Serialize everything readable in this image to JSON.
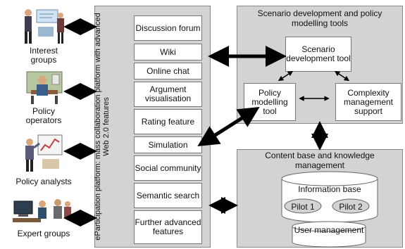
{
  "actors": [
    {
      "icon": "interest-groups-figure-icon",
      "label": "Interest\ngroups"
    },
    {
      "icon": "policy-operators-figure-icon",
      "label": "Policy\noperators"
    },
    {
      "icon": "policy-analysts-figure-icon",
      "label": "Policy analysts"
    },
    {
      "icon": "expert-groups-figure-icon",
      "label": "Expert groups"
    }
  ],
  "platform": {
    "title": "eParticipation platform: mass collaboration platform with advanced Web 2.0 features",
    "features": [
      "Discussion forum",
      "Wiki",
      "Online chat",
      "Argument visualisation",
      "Rating feature",
      "Simulation",
      "Social community",
      "Semantic search",
      "Further advanced features"
    ]
  },
  "scenario_panel": {
    "title": "Scenario development and policy modelling tools",
    "scenario_tool": "Scenario development tool",
    "policy_tool": "Policy modelling tool",
    "complexity_tool": "Complexity management support"
  },
  "content_panel": {
    "title": "Content base and knowledge management",
    "info_base": "Information base",
    "pilot1": "Pilot 1",
    "pilot2": "Pilot 2",
    "user_mgmt": "User management"
  },
  "colors": {
    "panel_fill": "#d3d3d3",
    "box_fill": "#ffffff",
    "arrow": "#000000"
  }
}
